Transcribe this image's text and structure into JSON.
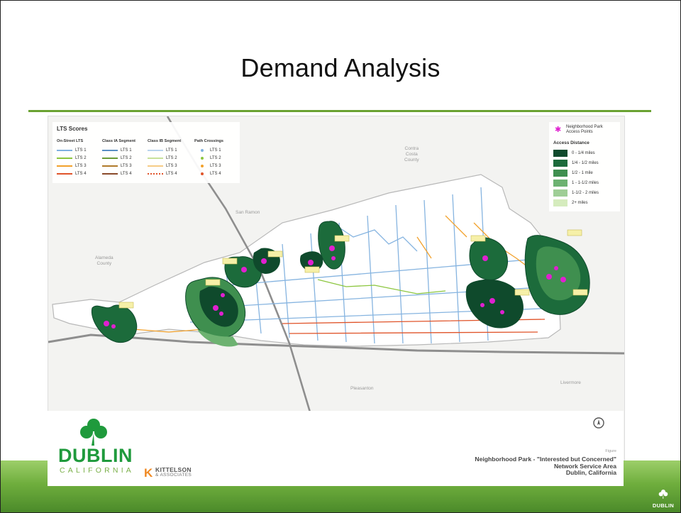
{
  "slide": {
    "title": "Demand Analysis"
  },
  "lts_legend": {
    "title": "LTS Scores",
    "columns": [
      {
        "header": "On-Street LTS",
        "items": [
          "LTS 1",
          "LTS 2",
          "LTS 3",
          "LTS 4"
        ]
      },
      {
        "header": "Class IA Segment",
        "items": [
          "LTS 1",
          "LTS 2",
          "LTS 3",
          "LTS 4"
        ]
      },
      {
        "header": "Class IB Segment",
        "items": [
          "LTS 1",
          "LTS 2",
          "LTS 3",
          "LTS 4"
        ]
      },
      {
        "header": "Path Crossings",
        "items": [
          "LTS 1",
          "LTS 2",
          "LTS 3",
          "LTS 4"
        ]
      }
    ],
    "colors": [
      "#7fb1e0",
      "#8cc63f",
      "#f2a12b",
      "#e0542a"
    ]
  },
  "access_legend": {
    "park_label": "Neighborhood Park Access Points",
    "header": "Access Distance",
    "items": [
      "0 - 1/4 miles",
      "1/4 - 1/2 miles",
      "1/2 - 1 mile",
      "1 - 1-1/2 miles",
      "1-1/2 - 2 miles",
      "2+ miles"
    ],
    "colors": [
      "#0f4a2c",
      "#1c6b3b",
      "#3f8f4f",
      "#6db271",
      "#9fce96",
      "#d5ecbd"
    ]
  },
  "places": {
    "contra_costa": "Contra\nCosta\nCounty",
    "san_ramon": "San Ramon",
    "alameda": "Alameda\nCounty",
    "pleasanton": "Pleasanton",
    "livermore": "Livermore"
  },
  "footer": {
    "logo_main": "DUBLIN",
    "logo_sub": "CALIFORNIA",
    "kittelson_mark": "K",
    "kittelson_name": "KITTELSON",
    "kittelson_sub": "& ASSOCIATES",
    "figure_label": "Figure",
    "caption_line1": "Neighborhood Park - \"Interested but Concerned\"",
    "caption_line2": "Network Service Area",
    "caption_line3": "Dublin, California"
  },
  "corner_logo": "DUBLIN"
}
